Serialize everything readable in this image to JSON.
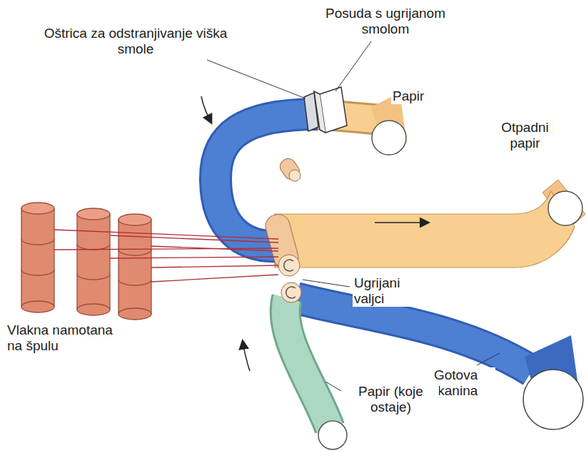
{
  "diagram": {
    "labels": [
      "Posuda s ugrijanom smolom",
      "Oštrica za odstranjivanje viška smole",
      "Papir",
      "Otpadni papir",
      "Vlakna namotana na špulu",
      "Ugrijani valjci",
      "Gotova tkanina",
      "Papir (koje ostaje)"
    ]
  }
}
